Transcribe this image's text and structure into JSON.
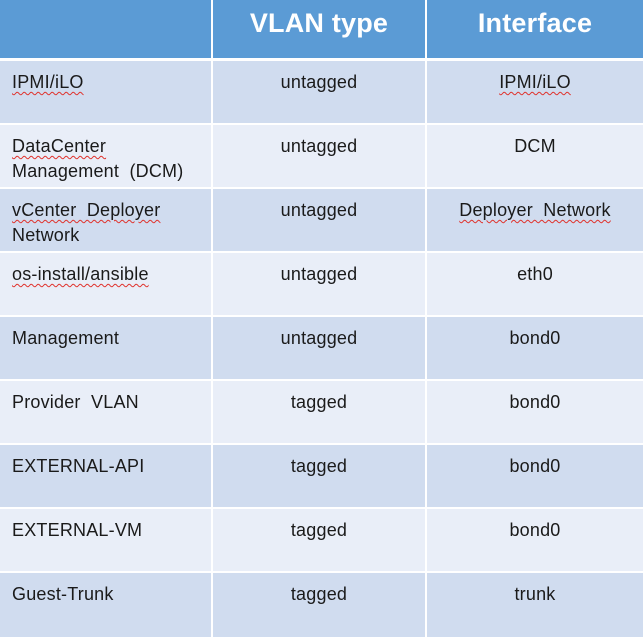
{
  "table": {
    "headers": [
      "",
      "VLAN type",
      "Interface"
    ],
    "rows": [
      {
        "network": [
          "IPMI/iLO"
        ],
        "vlan_type": "untagged",
        "interface": "IPMI/iLO"
      },
      {
        "network": [
          "DataCenter",
          "Management  (DCM)"
        ],
        "vlan_type": "untagged",
        "interface": "DCM"
      },
      {
        "network": [
          "vCenter  Deployer",
          "Network"
        ],
        "vlan_type": "untagged",
        "interface": "Deployer  Network"
      },
      {
        "network": [
          "os-install/ansible"
        ],
        "vlan_type": "untagged",
        "interface": "eth0"
      },
      {
        "network": [
          "Management"
        ],
        "vlan_type": "untagged",
        "interface": "bond0"
      },
      {
        "network": [
          "Provider  VLAN"
        ],
        "vlan_type": "tagged",
        "interface": "bond0"
      },
      {
        "network": [
          "EXTERNAL-API"
        ],
        "vlan_type": "tagged",
        "interface": "bond0"
      },
      {
        "network": [
          "EXTERNAL-VM"
        ],
        "vlan_type": "tagged",
        "interface": "bond0"
      },
      {
        "network": [
          "Guest-Trunk"
        ],
        "vlan_type": "tagged",
        "interface": "trunk"
      }
    ]
  },
  "colors": {
    "header_bg": "#5b9bd5",
    "row_dark": "#d0dcef",
    "row_light": "#e9eef8",
    "spellcheck_underline": "#e0312b"
  }
}
